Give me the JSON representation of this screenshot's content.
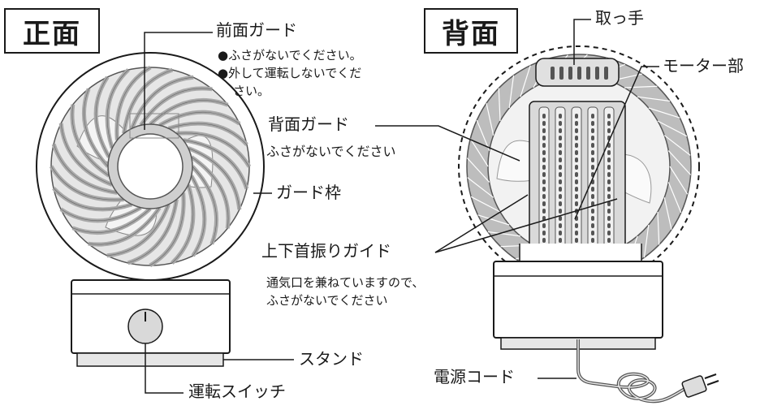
{
  "front": {
    "title": "正面",
    "front_guard": {
      "label": "前面ガード",
      "notes": [
        "●ふさがないでください。",
        "●外して運転しないでくだ",
        "さい。"
      ]
    },
    "guard_frame": "ガード枠",
    "operation_switch": "運転スイッチ",
    "stand": "スタンド"
  },
  "back": {
    "title": "背面",
    "handle": "取っ手",
    "motor": "モーター部",
    "back_guard": {
      "label": "背面ガード",
      "note": "ふさがないでください"
    },
    "swing_guide": {
      "label": "上下首振りガイド",
      "notes": [
        "通気口を兼ねていますので、",
        "ふさがないでください"
      ]
    },
    "power_cord": "電源コード"
  },
  "colors": {
    "line": "#1a1a1a",
    "guard": "#a8a8a8",
    "light": "#d9d9d9",
    "base": "#ffffff"
  }
}
